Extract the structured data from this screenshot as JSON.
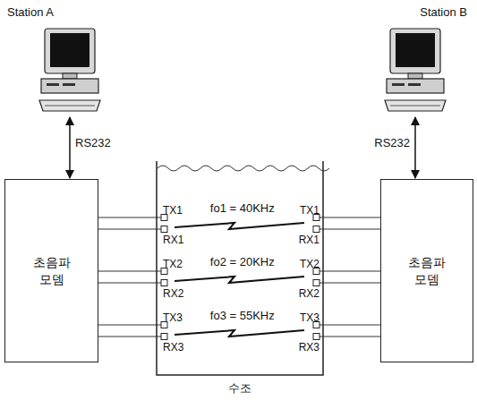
{
  "diagram": {
    "nodes": [
      {
        "text": [
          "Station A"
        ]
      },
      {
        "text": [
          "초음파 모뎀"
        ]
      },
      {
        "text": [
          "수조"
        ]
      },
      {
        "text": [
          "Station B"
        ]
      },
      {
        "text": [
          "초음파 모뎀"
        ]
      }
    ],
    "edges": [
      {
        "from": 0,
        "to": 1,
        "label": "RS232",
        "arrow": "both"
      },
      {
        "from": 3,
        "to": 4,
        "label": "RS232",
        "arrow": "both"
      }
    ],
    "labels": [
      "TX1",
      "RX1",
      "TX2",
      "RX2",
      "TX3",
      "RX3",
      "fo1 = 40KHz",
      "fo2 = 20KHz",
      "fo3 = 55KHz",
      "TX1",
      "RX1",
      "TX2",
      "RX2",
      "TX3",
      "RX3"
    ]
  }
}
